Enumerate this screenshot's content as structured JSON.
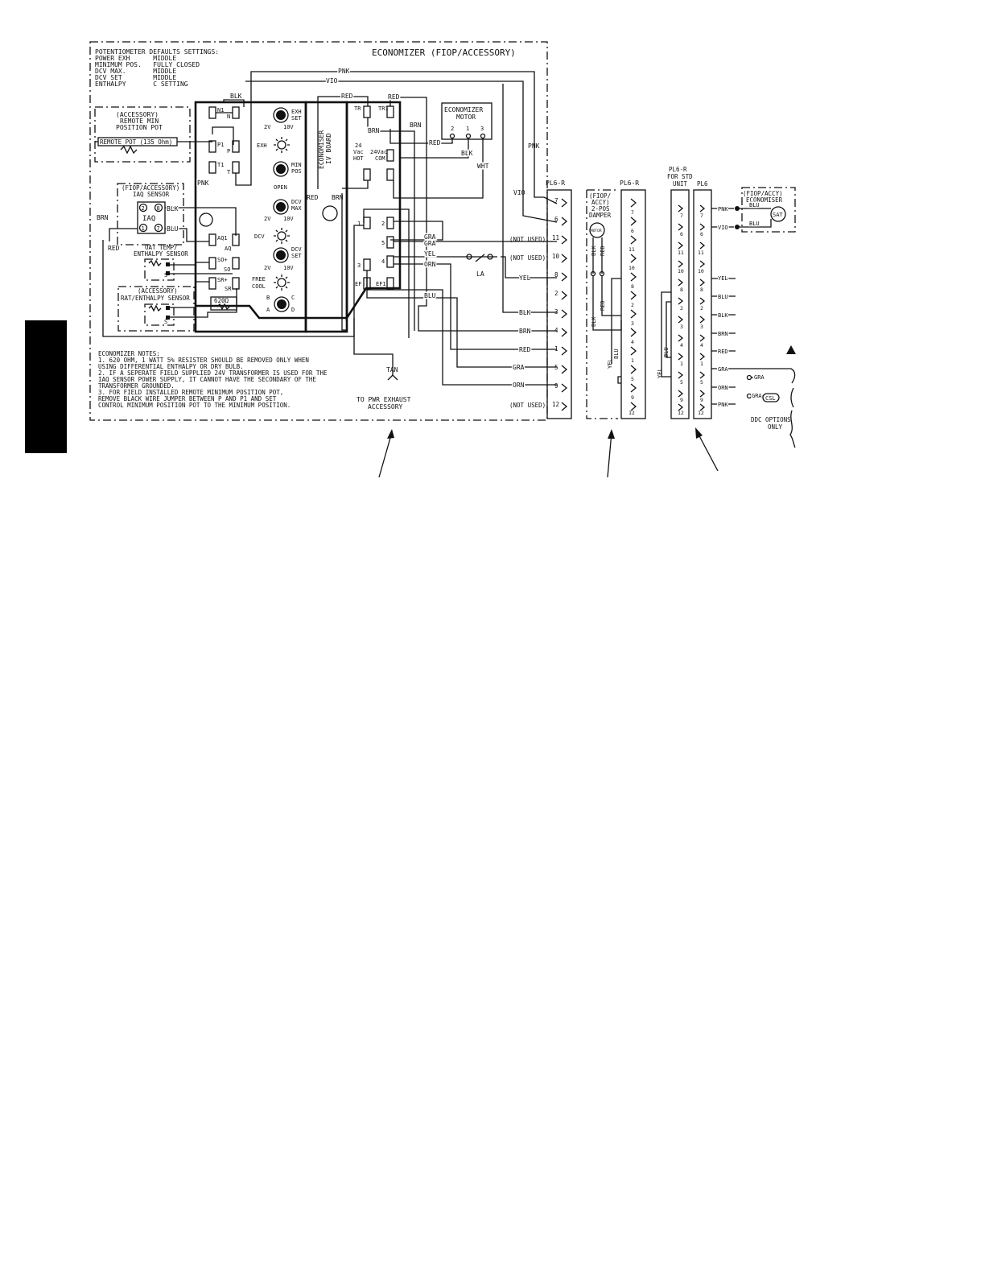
{
  "colors": {
    "ink": "#111111",
    "background": "#ffffff"
  },
  "header": {
    "title": "ECONOMIZER (FIOP/ACCESSORY)",
    "pot_defaults": [
      "POTENTIOMETER DEFAULTS SETTINGS:",
      "POWER EXH      MIDDLE",
      "MINIMUM POS.   FULLY CLOSED",
      "DCV MAX.       MIDDLE",
      "DCV SET        MIDDLE",
      "ENTHALPY       C SETTING"
    ]
  },
  "remote_pot": {
    "title": [
      "(ACCESSORY)",
      "REMOTE MIN",
      "POSITION POT"
    ],
    "label": "REMOTE POT (135 Ohm)"
  },
  "iaq_sensor": {
    "title": [
      "(FIOP/ACCESSORY)",
      "IAQ SENSOR"
    ],
    "name": "IAQ",
    "pins": [
      "2",
      "8",
      "1",
      "7"
    ]
  },
  "oat_sensor": {
    "title": [
      "OAT TEMP/",
      "ENTHALPY SENSOR"
    ],
    "pin": "S"
  },
  "rat_sensor": {
    "title": [
      "(ACCESSORY)",
      "RAT/ENTHALPY SENSOR"
    ],
    "pin": "S",
    "resistor": "620Ω"
  },
  "controller": {
    "terminals": [
      "N1",
      "N",
      "P1",
      "P",
      "T1",
      "T",
      "AQ1",
      "AQ",
      "SO+",
      "SO",
      "SR+",
      "SR"
    ],
    "knobs": [
      "EXH",
      "SET",
      "2V",
      "10V",
      "EXH",
      "MIN",
      "POS",
      "OPEN",
      "DCV",
      "MAX",
      "2V",
      "10V",
      "DCV",
      "DCV",
      "SET",
      "2V",
      "10V",
      "FREE",
      "COOL",
      "B",
      "C",
      "A",
      "D"
    ]
  },
  "iv_board": {
    "label": [
      "ECONOMISER",
      "IV BOARD"
    ]
  },
  "actuator": {
    "top_terminals": [
      "TR",
      "TR1",
      "24",
      "Vac",
      "HOT",
      "24Vac",
      "COM"
    ],
    "pins": [
      "1",
      "2",
      "5",
      "3",
      "4",
      "EF",
      "EF1"
    ],
    "motor_title": [
      "ECONOMIZER",
      "MOTOR"
    ],
    "motor_pins": [
      "2",
      "1",
      "3"
    ]
  },
  "wires": [
    "PNK",
    "VIO",
    "BLK",
    "RED",
    "RED",
    "BRN",
    "BRN",
    "RED",
    "BLK",
    "WHT",
    "PNK",
    "VIO",
    "RED",
    "BRN",
    "BRN",
    "RED",
    "BLK",
    "BLU",
    "GRA",
    "GRA",
    "YEL",
    "ORN",
    "BLU",
    "PNK",
    "BLK",
    "BRN",
    "RED",
    "GRA",
    "ORN",
    "YEL",
    "LA",
    "TAN"
  ],
  "tan_label": [
    "TO PWR EXHAUST",
    "ACCESSORY"
  ],
  "notes": [
    "ECONOMIZER NOTES:",
    "1. 620 OHM, 1 WATT 5% RESISTER SHOULD BE REMOVED ONLY WHEN",
    "USING DIFFERENTIAL ENTHALPY OR DRY BULB.",
    "2. IF A SEPERATE FIELD SUPPLIED 24V TRANSFORMER IS USED FOR THE",
    "IAQ SENSOR POWER SUPPLY, IT CANNOT HAVE THE SECONDARY OF THE",
    "TRANSFORMER GROUNDED.",
    "3. FOR FIELD INSTALLED REMOTE MINIMUM POSITION POT,",
    "REMOVE BLACK WIRE JUMPER BETWEEN P AND P1 AND SET",
    "CONTROL MINIMUM POSITION POT TO THE MINIMUM POSITION."
  ],
  "pl6_left": {
    "header": "PL6-R",
    "pins": [
      "7",
      "6",
      "11",
      "10",
      "8",
      "2",
      "3",
      "4",
      "1",
      "5",
      "9",
      "12"
    ],
    "not_used": [
      "(NOT USED)",
      "(NOT USED)",
      "(NOT USED)"
    ],
    "wires": [
      "PNK",
      "VIO",
      "YEL",
      "BLK",
      "BRN",
      "RED",
      "GRA",
      "ORN"
    ]
  },
  "damper": {
    "title": [
      "(FIOP/",
      "ACCY)",
      "2-POS",
      "DAMPER"
    ],
    "motor": "MOTOR",
    "header": "PL6-R",
    "pins": [
      "7",
      "6",
      "11",
      "10",
      "8",
      "2",
      "3",
      "4",
      "1",
      "5",
      "9",
      "12"
    ],
    "wires": [
      "BLK",
      "RED",
      "RED",
      "BLK",
      "BLU",
      "YEL"
    ]
  },
  "std_unit": {
    "header_left": [
      "PL6-R",
      "FOR STD",
      "UNIT"
    ],
    "header_right": "PL6",
    "pins_left": [
      "7",
      "6",
      "11",
      "10",
      "8",
      "2",
      "3",
      "4",
      "1",
      "5",
      "9",
      "12"
    ],
    "pins_right": [
      "7",
      "6",
      "11",
      "10",
      "8",
      "2",
      "3",
      "4",
      "1",
      "5",
      "9",
      "12"
    ],
    "wires_left": [
      "BLU",
      "YEL"
    ],
    "wires_right": [
      "PNK",
      "VIO",
      "YEL",
      "BLU",
      "BLK",
      "BRN",
      "RED",
      "GRA",
      "ORN",
      "PNK"
    ]
  },
  "sat": {
    "title": [
      "(FIOP/ACCY)",
      "ECONOMISER"
    ],
    "wires": [
      "BLU",
      "BLU"
    ],
    "sensor": "SAT"
  },
  "ddc": {
    "gra1": "GRA",
    "gra2": "GRA",
    "csl": "CSL",
    "label": [
      "DDC OPTIONS",
      "ONLY"
    ]
  }
}
